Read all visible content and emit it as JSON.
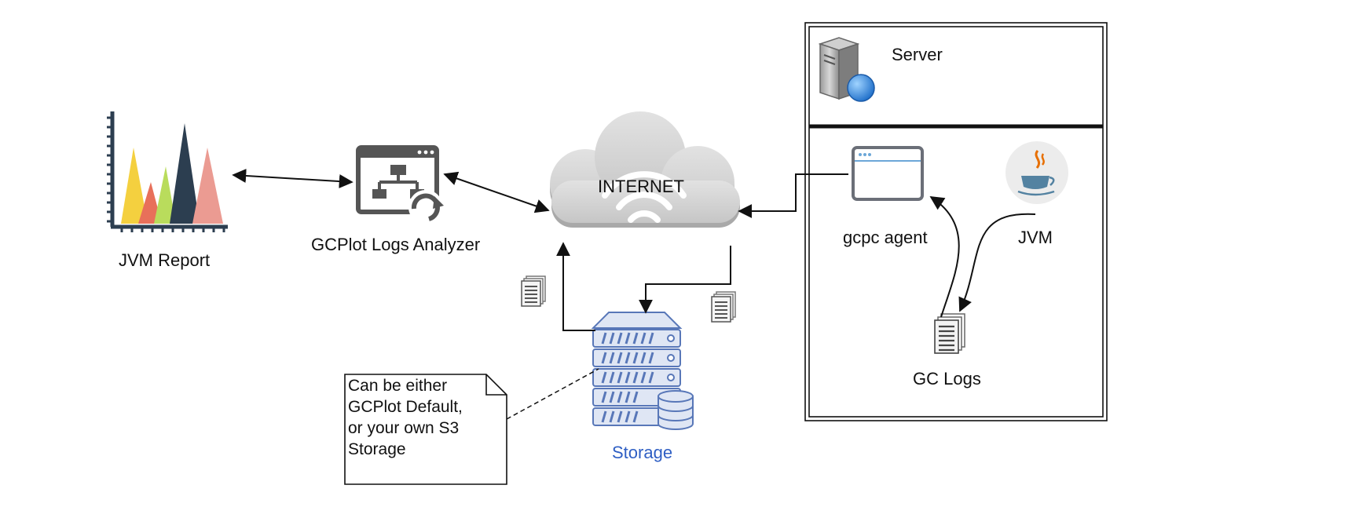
{
  "labels": {
    "jvm_report": "JVM Report",
    "analyzer": "GCPlot Logs Analyzer",
    "internet": "INTERNET",
    "server": "Server",
    "gcpc_agent": "gcpc agent",
    "jvm": "JVM",
    "gc_logs": "GC Logs",
    "storage": "Storage"
  },
  "note": {
    "lines": [
      "Can be either",
      "GCPlot Default,",
      "or your own S3",
      "Storage"
    ]
  },
  "icons": {
    "report": "area-chart-icon",
    "analyzer": "app-window-refresh-icon",
    "internet": "cloud-wifi-icon",
    "server": "server-globe-icon",
    "agent": "browser-window-icon",
    "jvm": "java-cup-icon",
    "logs": "document-stack-icon",
    "storage": "server-rack-database-icon"
  },
  "colors": {
    "storage_label": "#2f5fc4",
    "cloud": "#d4d4d4",
    "arrows": "#111111",
    "peak_yellow": "#f4d03f",
    "peak_orange": "#e8705a",
    "peak_green": "#b9dc5c",
    "peak_navy": "#2c3e50",
    "peak_salmon": "#eb9b92"
  }
}
